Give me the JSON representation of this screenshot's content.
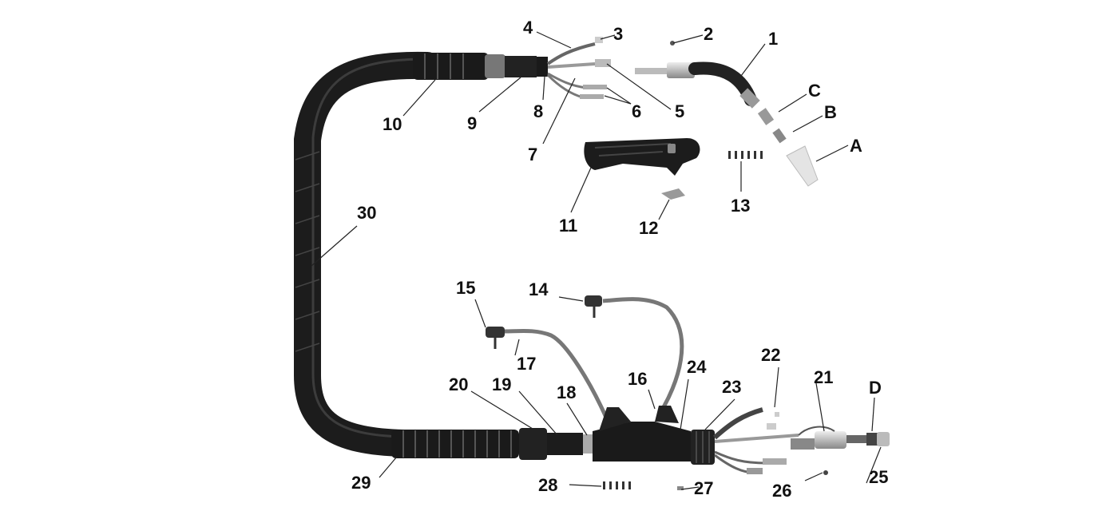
{
  "diagram": {
    "labels": {
      "p1": "1",
      "p2": "2",
      "p3": "3",
      "p4": "4",
      "p5": "5",
      "p6": "6",
      "p7": "7",
      "p8": "8",
      "p9": "9",
      "p10": "10",
      "p11": "11",
      "p12": "12",
      "p13": "13",
      "p14": "14",
      "p15": "15",
      "p16": "16",
      "p17": "17",
      "p18": "18",
      "p19": "19",
      "p20": "20",
      "p21": "21",
      "p22": "22",
      "p23": "23",
      "p24": "24",
      "p25": "25",
      "p26": "26",
      "p27": "27",
      "p28": "28",
      "p29": "29",
      "p30": "30",
      "pA": "A",
      "pB": "B",
      "pC": "C",
      "pD": "D"
    },
    "colors": {
      "cable": "#1f1f1f",
      "cable_highlight": "#3a3a3a",
      "metal": "#c9c9c9",
      "metal_dark": "#8a8a8a",
      "nozzle": "#e6e6e6",
      "line": "#222222"
    }
  }
}
